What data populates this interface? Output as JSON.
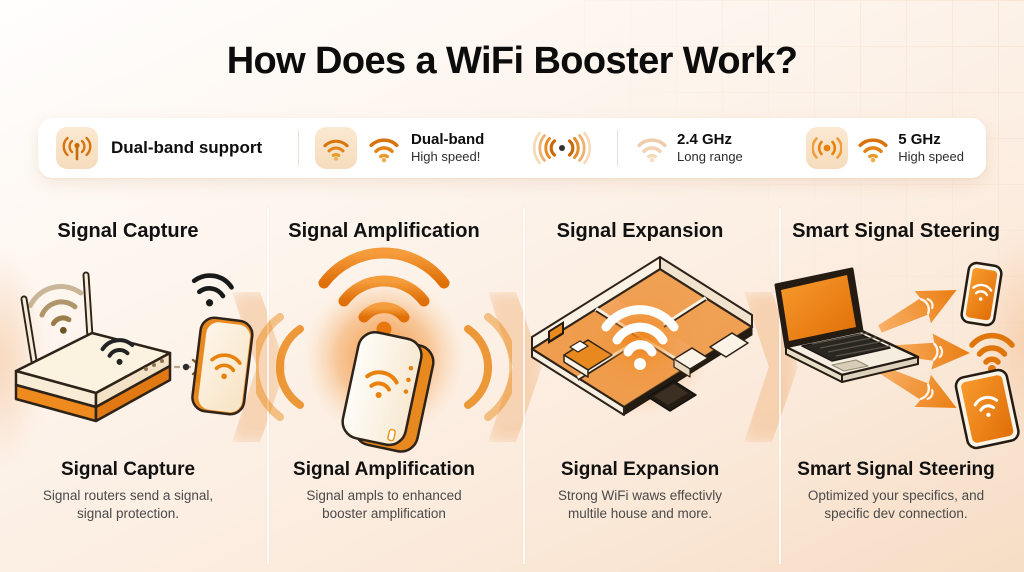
{
  "title": "How Does a WiFi Booster Work?",
  "badge_bar": {
    "items": [
      {
        "icon": "antenna-icon",
        "label": "Dual-band support"
      },
      {
        "icon": "wifi-icon",
        "label": "Dual-band",
        "sublabel": "High speed!"
      },
      {
        "icon": "wifi-icon",
        "label": "2.4 GHz",
        "sublabel": "Long range"
      },
      {
        "icon": "broadcast-icon",
        "label": "5 GHz",
        "sublabel": "High speed"
      }
    ],
    "center_icon": "radiating-signal-icon"
  },
  "columns": [
    {
      "top_label": "Signal Capture",
      "bottom_label": "Signal Capture",
      "description": "Signal routers send a signal, signal protection.",
      "illustration": "router-sends-signal-to-booster"
    },
    {
      "top_label": "Signal Amplification",
      "bottom_label": "Signal Amplification",
      "description": "Signal ampls to enhanced booster amplification",
      "illustration": "booster-amplifying-signal"
    },
    {
      "top_label": "Signal Expansion",
      "bottom_label": "Signal Expansion",
      "description": "Strong WiFi waws effectivly multile house and more.",
      "illustration": "wifi-coverage-house-floorplan"
    },
    {
      "top_label": "Smart Signal Steering",
      "bottom_label": "Smart Signal Steering",
      "description": "Optimized your specifics, and specific dev connection.",
      "illustration": "laptop-steering-to-devices"
    }
  ],
  "palette": {
    "accent_orange": "#E8820C",
    "deep_orange": "#E06F08",
    "soft_orange": "#F5C9A0",
    "badge_icon_bg": "#F8E2C6",
    "card_white": "#FFFFFF",
    "background_top": "#FFFEFD",
    "background_bottom": "#F6DDC5",
    "text_dark": "#0C0C0C",
    "text_gray": "#4A4A4A"
  }
}
